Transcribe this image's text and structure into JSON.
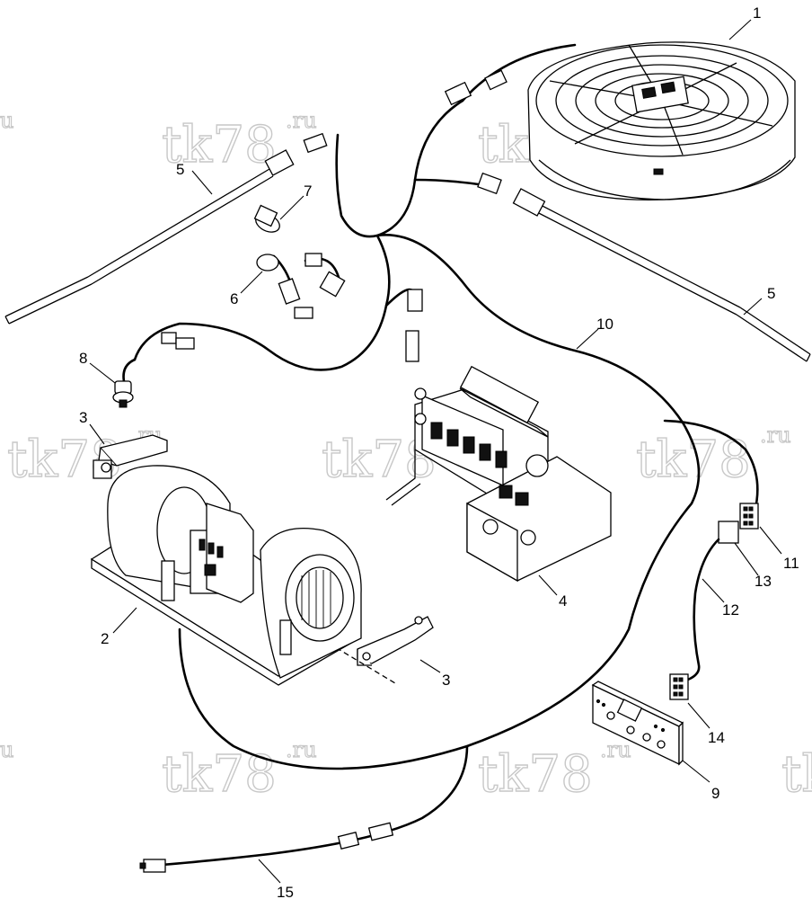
{
  "watermark": {
    "text": "tk78",
    "suffix": ".ru",
    "edge_fragment": "u"
  },
  "callouts": [
    {
      "id": "c1",
      "label": "1"
    },
    {
      "id": "c2",
      "label": "2"
    },
    {
      "id": "c3a",
      "label": "3"
    },
    {
      "id": "c3b",
      "label": "3"
    },
    {
      "id": "c4",
      "label": "4"
    },
    {
      "id": "c5a",
      "label": "5"
    },
    {
      "id": "c5b",
      "label": "5"
    },
    {
      "id": "c6",
      "label": "6"
    },
    {
      "id": "c7",
      "label": "7"
    },
    {
      "id": "c8",
      "label": "8"
    },
    {
      "id": "c9",
      "label": "9"
    },
    {
      "id": "c10",
      "label": "10"
    },
    {
      "id": "c11",
      "label": "11"
    },
    {
      "id": "c12",
      "label": "12"
    },
    {
      "id": "c13",
      "label": "13"
    },
    {
      "id": "c14",
      "label": "14"
    },
    {
      "id": "c15",
      "label": "15"
    }
  ]
}
